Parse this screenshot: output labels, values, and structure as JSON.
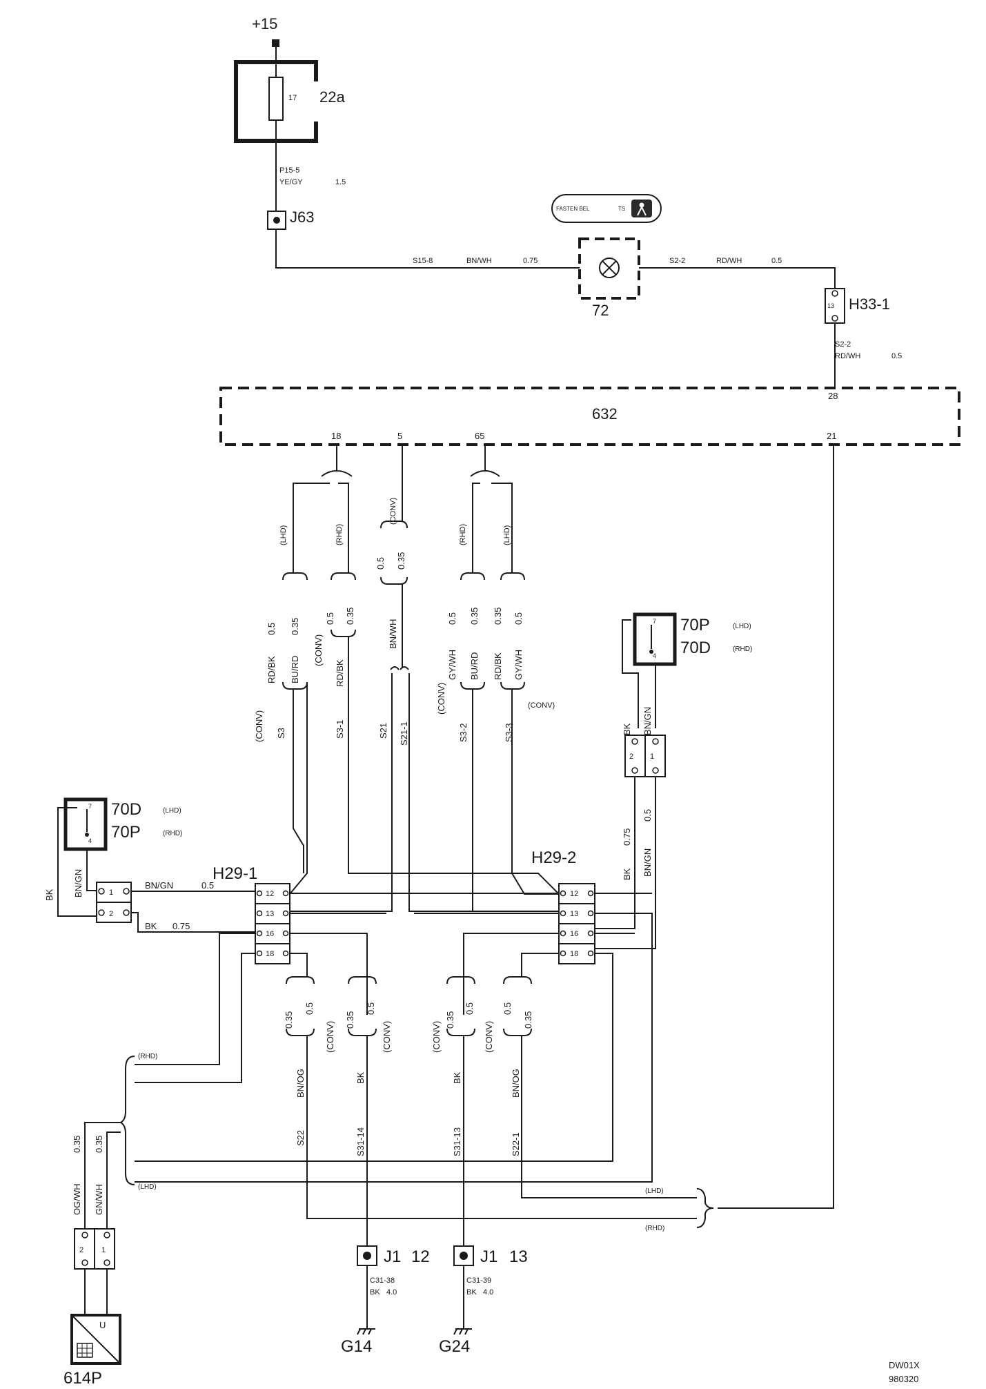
{
  "supply": {
    "label": "+15"
  },
  "fuse_box": {
    "id": "22a",
    "fuse_number": "17"
  },
  "wire_p15": {
    "circuit": "P15-5",
    "color": "YE/GY",
    "size": "1.5"
  },
  "j63": {
    "label": "J63"
  },
  "wire_s15": {
    "circuit": "S15-8",
    "color": "BN/WH",
    "size": "0.75"
  },
  "lamp": {
    "id": "72",
    "indicator_text": "FASTEN BEL",
    "indicator_text2": "TS"
  },
  "wire_s2_top": {
    "circuit": "S2-2",
    "color": "RD/WH",
    "size": "0.5"
  },
  "h33": {
    "label": "H33-1",
    "pin": "13"
  },
  "wire_s2_down": {
    "circuit": "S2-2",
    "color": "RD/WH",
    "size": "0.5"
  },
  "module": {
    "id": "632",
    "pin_28": "28",
    "pin_18": "18",
    "pin_5": "5",
    "pin_65": "65",
    "pin_21": "21"
  },
  "tags": {
    "lhd": "(LHD)",
    "rhd": "(RHD)",
    "conv": "(CONV)"
  },
  "sizes": {
    "s035": "0.35",
    "s05": "0.5",
    "s075": "0.75",
    "s40": "4.0"
  },
  "colors": {
    "rdbk": "RD/BK",
    "burd": "BU/RD",
    "bnwh": "BN/WH",
    "gywh": "GY/WH",
    "bk": "BK",
    "bngn": "BN/GN",
    "bnog": "BN/OG",
    "ogwh": "OG/WH",
    "gnwh": "GN/WH"
  },
  "circuits": {
    "s3": "S3",
    "s31": "S3-1",
    "s21": "S21",
    "s211": "S21-1",
    "s32": "S3-2",
    "s33": "S3-3",
    "s22": "S22",
    "s3114": "S31-14",
    "s3113": "S31-13",
    "s221": "S22-1"
  },
  "switch_right": {
    "id_a": "70P",
    "id_b": "70D",
    "pin_top": "7",
    "pin_bot": "4",
    "conn_pin_a": "2",
    "conn_pin_b": "1"
  },
  "switch_left": {
    "id_a": "70D",
    "id_b": "70P",
    "pin_top": "7",
    "pin_bot": "4",
    "conn_pin_a": "1",
    "conn_pin_b": "2"
  },
  "h29_1": {
    "label": "H29-1",
    "pins": [
      "12",
      "13",
      "16",
      "18"
    ]
  },
  "h29_2": {
    "label": "H29-2",
    "pins": [
      "12",
      "13",
      "16",
      "18"
    ]
  },
  "j1_12": {
    "label": "J1",
    "pin": "12",
    "circuit": "C31-38",
    "color": "BK",
    "size": "4.0",
    "ground": "G14"
  },
  "j1_13": {
    "label": "J1",
    "pin": "13",
    "circuit": "C31-39",
    "color": "BK",
    "size": "4.0",
    "ground": "G24"
  },
  "sensor": {
    "id": "614P",
    "symbol": "U",
    "conn_pin_a": "2",
    "conn_pin_b": "1"
  },
  "footer": {
    "code": "DW01X",
    "date": "980320"
  }
}
